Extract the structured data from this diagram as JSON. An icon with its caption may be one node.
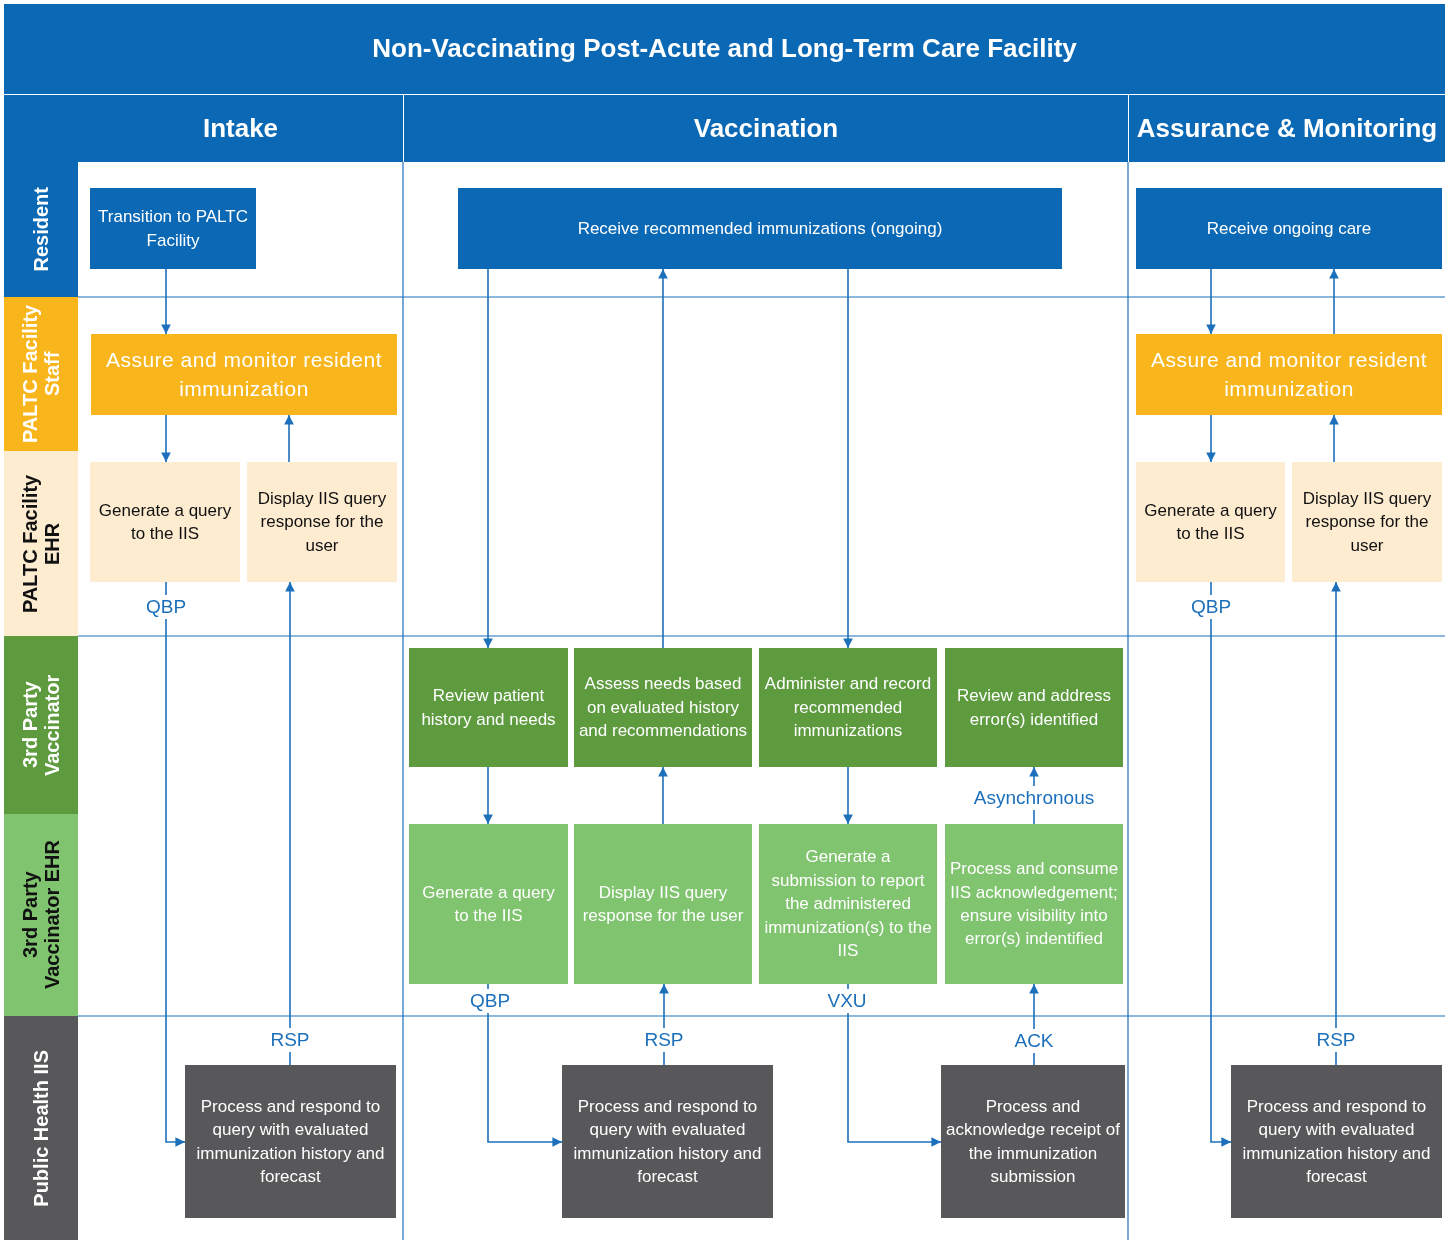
{
  "diagram": {
    "nodes": [
      {
        "text": [
          "Non-Vaccinating Post-Acute and Long-Term Care Facility"
        ]
      },
      {
        "text": [
          "Intake"
        ]
      },
      {
        "text": [
          "Vaccination"
        ]
      },
      {
        "text": [
          "Assurance & Monitoring"
        ]
      },
      {
        "text": [
          "Resident"
        ]
      },
      {
        "text": [
          "PALTC Facility Staff"
        ]
      },
      {
        "text": [
          "PALTC Facility EHR"
        ]
      },
      {
        "text": [
          "3rd Party Vaccinator"
        ]
      },
      {
        "text": [
          "3rd Party Vaccinator EHR"
        ]
      },
      {
        "text": [
          "Public Health IIS"
        ]
      },
      {
        "text": [
          "Transition to PALTC Facility"
        ]
      },
      {
        "text": [
          "Assure and monitor resident immunization"
        ]
      },
      {
        "text": [
          "Generate a query to the IIS"
        ]
      },
      {
        "text": [
          "Display IIS query response for the user"
        ]
      },
      {
        "text": [
          "Process and respond to query with evaluated immunization history and forecast"
        ]
      },
      {
        "text": [
          "Receive recommended immunizations (ongoing)"
        ]
      },
      {
        "text": [
          "Review patient history and needs"
        ]
      },
      {
        "text": [
          "Assess needs based on evaluated history and recommendations"
        ]
      },
      {
        "text": [
          "Administer and record recommended immunizations"
        ]
      },
      {
        "text": [
          "Review and address error(s) identified"
        ]
      },
      {
        "text": [
          "Generate a query to the IIS"
        ]
      },
      {
        "text": [
          "Display IIS query response for the user"
        ]
      },
      {
        "text": [
          "Generate a submission to report the administered immunization(s) to the IIS"
        ]
      },
      {
        "text": [
          "Process and consume IIS acknowledgement; ensure visibility into error(s) indentified"
        ]
      },
      {
        "text": [
          "Process and respond to query with evaluated immunization history and forecast"
        ]
      },
      {
        "text": [
          "Process and acknowledge receipt of the immunization submission"
        ]
      },
      {
        "text": [
          "Receive ongoing care"
        ]
      },
      {
        "text": [
          "Assure and monitor resident immunization"
        ]
      },
      {
        "text": [
          "Generate a query to the IIS"
        ]
      },
      {
        "text": [
          "Display IIS query response for the user"
        ]
      },
      {
        "text": [
          "Process and respond to query with evaluated immunization history and forecast"
        ]
      }
    ],
    "edges": [
      {
        "from": 10,
        "to": 11,
        "arrow": "to"
      },
      {
        "from": 11,
        "to": 12,
        "arrow": "to"
      },
      {
        "from": 13,
        "to": 11,
        "arrow": "to"
      },
      {
        "from": 12,
        "to": 14,
        "arrow": "to",
        "label": "QBP"
      },
      {
        "from": 14,
        "to": 13,
        "arrow": "to",
        "label": "RSP"
      },
      {
        "from": 15,
        "to": 16,
        "arrow": "to"
      },
      {
        "from": 17,
        "to": 15,
        "arrow": "to"
      },
      {
        "from": 15,
        "to": 18,
        "arrow": "to"
      },
      {
        "from": 16,
        "to": 20,
        "arrow": "to"
      },
      {
        "from": 21,
        "to": 17,
        "arrow": "to"
      },
      {
        "from": 18,
        "to": 22,
        "arrow": "to"
      },
      {
        "from": 23,
        "to": 19,
        "arrow": "to",
        "label": "Asynchronous"
      },
      {
        "from": 20,
        "to": 24,
        "arrow": "to",
        "label": "QBP"
      },
      {
        "from": 24,
        "to": 21,
        "arrow": "to",
        "label": "RSP"
      },
      {
        "from": 22,
        "to": 25,
        "arrow": "to",
        "label": "VXU"
      },
      {
        "from": 25,
        "to": 23,
        "arrow": "to",
        "label": "ACK"
      },
      {
        "from": 26,
        "to": 27,
        "arrow": "to"
      },
      {
        "from": 27,
        "to": 26,
        "arrow": "to"
      },
      {
        "from": 27,
        "to": 28,
        "arrow": "to"
      },
      {
        "from": 29,
        "to": 27,
        "arrow": "to"
      },
      {
        "from": 28,
        "to": 30,
        "arrow": "to",
        "label": "QBP"
      },
      {
        "from": 30,
        "to": 29,
        "arrow": "to",
        "label": "RSP"
      }
    ]
  }
}
